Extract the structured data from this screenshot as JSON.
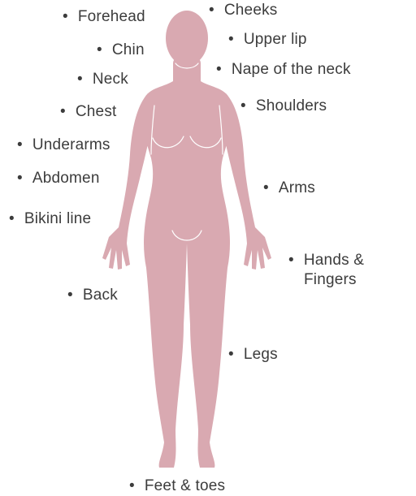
{
  "figure_color": "#d9a9b1",
  "figure_line_color": "#ffffff",
  "text_color": "#3c3c3c",
  "bullet": "•",
  "labels": {
    "forehead": "Forehead",
    "cheeks": "Cheeks",
    "chin": "Chin",
    "upper_lip": "Upper lip",
    "neck": "Neck",
    "nape": "Nape of the neck",
    "chest": "Chest",
    "shoulders": "Shoulders",
    "underarms": "Underarms",
    "abdomen": "Abdomen",
    "arms": "Arms",
    "bikini_line": "Bikini line",
    "hands_line1": "Hands &",
    "hands_line2": "Fingers",
    "back": "Back",
    "legs": "Legs",
    "feet": "Feet & toes"
  }
}
